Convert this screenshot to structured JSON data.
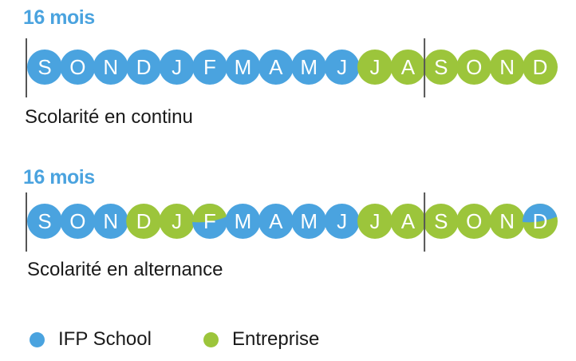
{
  "colors": {
    "school": "#4aa3df",
    "company": "#9cc53b",
    "divider": "#555555",
    "letter": "#ffffff"
  },
  "timelines": [
    {
      "duration": "16 mois",
      "caption": "Scolarité en continu",
      "months": [
        {
          "letter": "S",
          "type": "school"
        },
        {
          "letter": "O",
          "type": "school"
        },
        {
          "letter": "N",
          "type": "school"
        },
        {
          "letter": "D",
          "type": "school"
        },
        {
          "letter": "J",
          "type": "school"
        },
        {
          "letter": "F",
          "type": "school"
        },
        {
          "letter": "M",
          "type": "school"
        },
        {
          "letter": "A",
          "type": "school"
        },
        {
          "letter": "M",
          "type": "school"
        },
        {
          "letter": "J",
          "type": "school"
        },
        {
          "letter": "J",
          "type": "company"
        },
        {
          "letter": "A",
          "type": "company"
        },
        {
          "letter": "S",
          "type": "company"
        },
        {
          "letter": "O",
          "type": "company"
        },
        {
          "letter": "N",
          "type": "company"
        },
        {
          "letter": "D",
          "type": "company"
        }
      ]
    },
    {
      "duration": "16 mois",
      "caption": "Scolarité en alternance",
      "months": [
        {
          "letter": "S",
          "type": "school"
        },
        {
          "letter": "O",
          "type": "school"
        },
        {
          "letter": "N",
          "type": "school"
        },
        {
          "letter": "D",
          "type": "company"
        },
        {
          "letter": "J",
          "type": "company"
        },
        {
          "letter": "F",
          "type": "split-company-top"
        },
        {
          "letter": "M",
          "type": "school"
        },
        {
          "letter": "A",
          "type": "school"
        },
        {
          "letter": "M",
          "type": "school"
        },
        {
          "letter": "J",
          "type": "school"
        },
        {
          "letter": "J",
          "type": "company"
        },
        {
          "letter": "A",
          "type": "company"
        },
        {
          "letter": "S",
          "type": "company"
        },
        {
          "letter": "O",
          "type": "company"
        },
        {
          "letter": "N",
          "type": "company"
        },
        {
          "letter": "D",
          "type": "split-school-top"
        }
      ]
    }
  ],
  "legend": [
    {
      "label": "IFP School",
      "type": "school"
    },
    {
      "label": "Entreprise",
      "type": "company"
    }
  ]
}
